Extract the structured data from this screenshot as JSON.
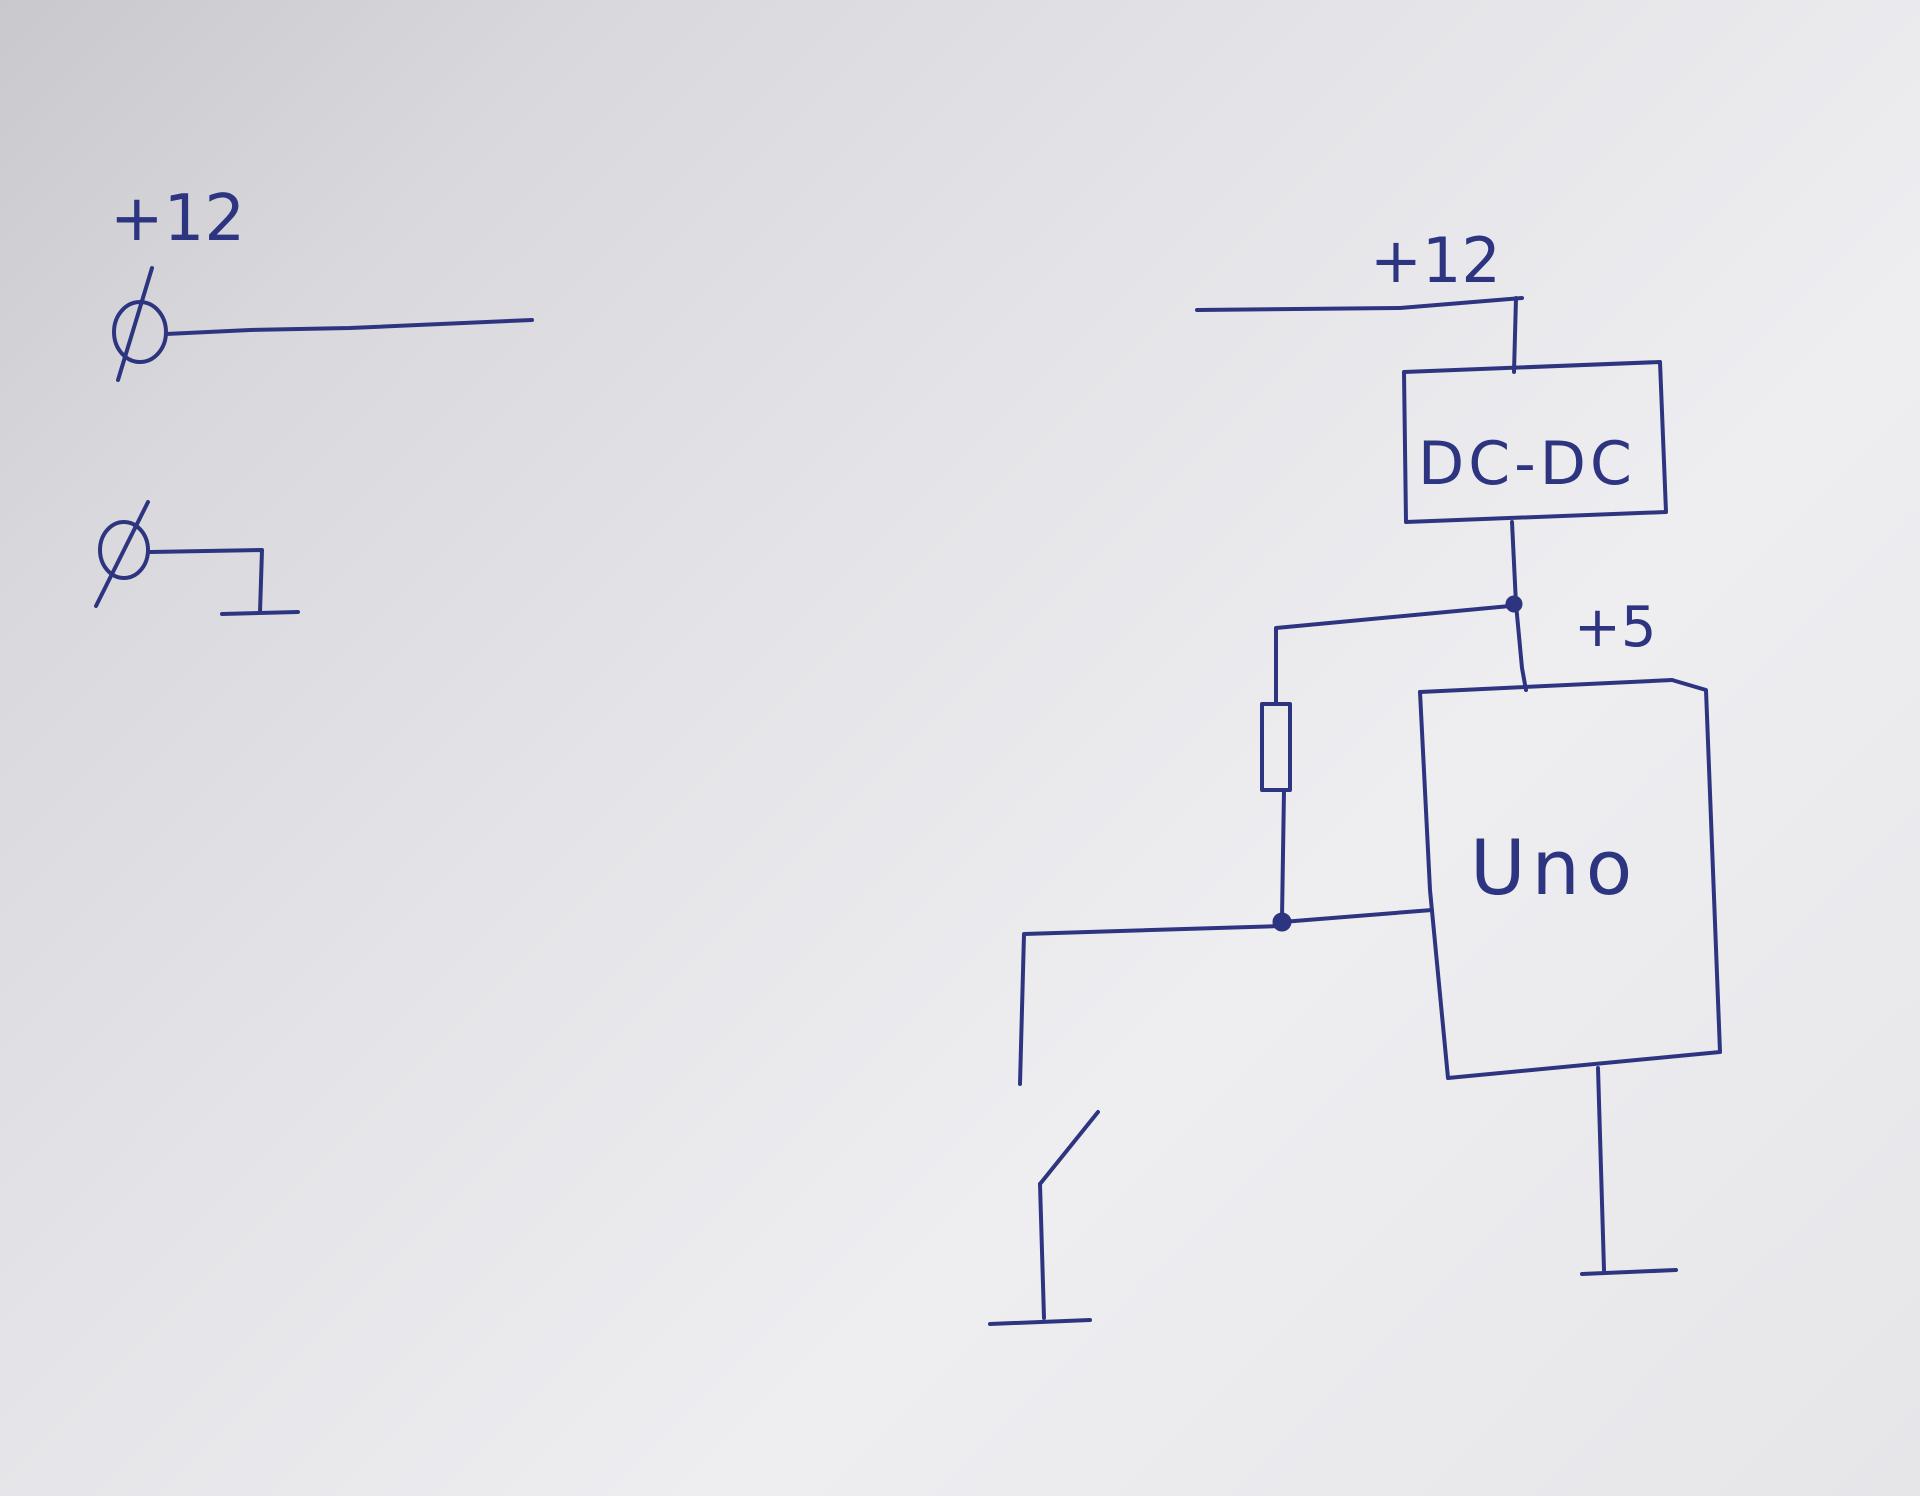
{
  "diagram": {
    "type": "hand-drawn circuit schematic",
    "ink_color": "#2e3580",
    "paper_color": "#e4e4e8",
    "labels": {
      "left_supply": "+12",
      "right_supply": "+12",
      "converter": "DC-DC",
      "rail_5v": "+5",
      "board": "Uno"
    },
    "components": [
      "power-terminal-plus-12",
      "power-terminal-ground",
      "dc-dc-converter",
      "pull-up-resistor",
      "uno-board",
      "push-switch",
      "ground-symbol-switch",
      "ground-symbol-uno"
    ]
  }
}
